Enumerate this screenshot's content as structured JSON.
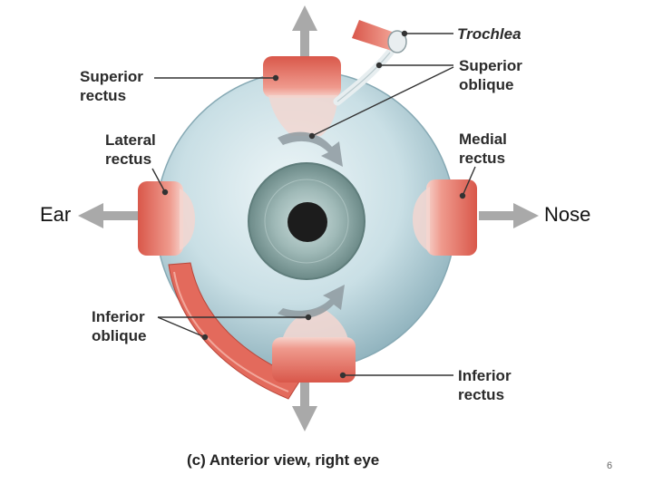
{
  "labels": {
    "trochlea": "Trochlea",
    "superior_oblique": [
      "Superior",
      "oblique"
    ],
    "superior_rectus": [
      "Superior",
      "rectus"
    ],
    "lateral_rectus": [
      "Lateral",
      "rectus"
    ],
    "medial_rectus": [
      "Medial",
      "rectus"
    ],
    "inferior_oblique": [
      "Inferior",
      "oblique"
    ],
    "inferior_rectus": [
      "Inferior",
      "rectus"
    ]
  },
  "directions": {
    "left": "Ear",
    "right": "Nose"
  },
  "caption": "(c)  Anterior view, right eye",
  "page_number": "6",
  "colors": {
    "muscle": "#e06a5c",
    "muscle_light": "#f2b2a6",
    "sclera": "#b7d3dc",
    "iris": "#7f9c9a",
    "pupil": "#1c1c1c",
    "arrow": "#a9a9a9",
    "leader": "#333333"
  }
}
